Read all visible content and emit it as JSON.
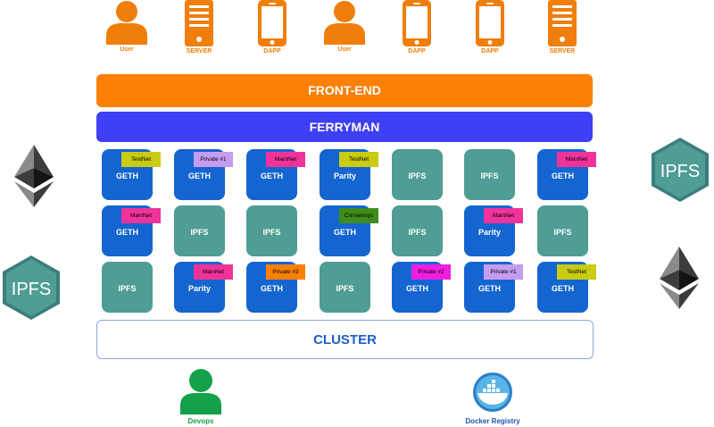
{
  "colors": {
    "orange": "#f07e0a",
    "front_end": "#fc8005",
    "ferryman": "#3f3ff5",
    "geth": "#1565d0",
    "ipfs": "#4f9d95",
    "cluster_text": "#1d5fc7",
    "devops": "#15a04a",
    "docker_label": "#2351b3"
  },
  "top_actors": [
    {
      "label": "User",
      "icon": "user-icon"
    },
    {
      "label": "SERVER",
      "icon": "server-icon"
    },
    {
      "label": "DAPP",
      "icon": "phone-icon"
    },
    {
      "label": "User",
      "icon": "user-icon"
    },
    {
      "label": "DAPP",
      "icon": "phone-icon"
    },
    {
      "label": "DAPP",
      "icon": "phone-icon"
    },
    {
      "label": "SERVER",
      "icon": "server-icon"
    }
  ],
  "front_end_label": "FRONT-END",
  "ferryman_label": "FERRYMAN",
  "grid": [
    [
      {
        "type": "geth",
        "label": "GETH",
        "tag": "TestNet",
        "tag_color": "#c9cc12"
      },
      {
        "type": "geth",
        "label": "GETH",
        "tag": "Private #1",
        "tag_color": "#c59cf0"
      },
      {
        "type": "geth",
        "label": "GETH",
        "tag": "MainNet",
        "tag_color": "#f0339a"
      },
      {
        "type": "geth",
        "label": "Parity",
        "tag": "TestNet",
        "tag_color": "#c9cc12"
      },
      {
        "type": "ipfs",
        "label": "IPFS"
      },
      {
        "type": "ipfs",
        "label": "IPFS"
      },
      {
        "type": "geth",
        "label": "GETH",
        "tag": "MainNet",
        "tag_color": "#f0339a"
      }
    ],
    [
      {
        "type": "geth",
        "label": "GETH",
        "tag": "MainNet",
        "tag_color": "#f0339a"
      },
      {
        "type": "ipfs",
        "label": "IPFS"
      },
      {
        "type": "ipfs",
        "label": "IPFS"
      },
      {
        "type": "geth",
        "label": "GETH",
        "tag": "Consensys",
        "tag_color": "#3d8c1c"
      },
      {
        "type": "ipfs",
        "label": "IPFS"
      },
      {
        "type": "geth",
        "label": "Parity",
        "tag": "MainNet",
        "tag_color": "#f0339a"
      },
      {
        "type": "ipfs",
        "label": "IPFS"
      }
    ],
    [
      {
        "type": "ipfs",
        "label": "IPFS"
      },
      {
        "type": "geth",
        "label": "Parity",
        "tag": "MainNet",
        "tag_color": "#f0339a"
      },
      {
        "type": "geth",
        "label": "GETH",
        "tag": "Private #3",
        "tag_color": "#fc8005"
      },
      {
        "type": "ipfs",
        "label": "IPFS"
      },
      {
        "type": "geth",
        "label": "GETH",
        "tag": "Private #2",
        "tag_color": "#f01ee0"
      },
      {
        "type": "geth",
        "label": "GETH",
        "tag": "Private #1",
        "tag_color": "#c59cf0"
      },
      {
        "type": "geth",
        "label": "GETH",
        "tag": "TestNet",
        "tag_color": "#c9cc12"
      }
    ]
  ],
  "ipfs_logo_text": "IPFS",
  "cluster_label": "CLUSTER",
  "bottom": {
    "devops_label": "Devops",
    "docker_label": "Docker Registry"
  }
}
